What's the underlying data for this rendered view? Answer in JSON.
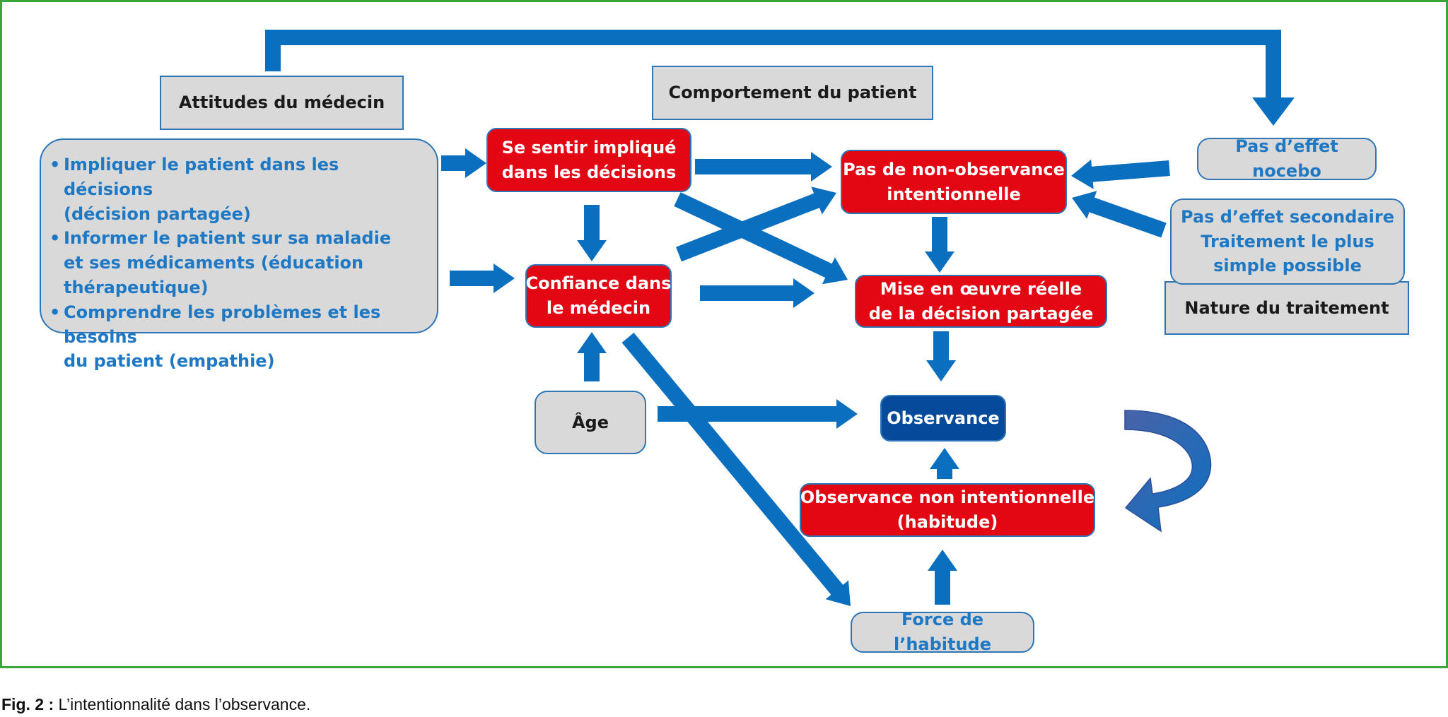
{
  "headers": {
    "attitudes": "Attitudes du médecin",
    "comportement": "Comportement du patient",
    "nature": "Nature du traitement"
  },
  "attitudes_list": [
    "Impliquer le patient dans les décisions\n(décision partagée)",
    "Informer le patient sur sa maladie\net ses médicaments (éducation\nthérapeutique)",
    "Comprendre les problèmes et les besoins\ndu patient (empathie)"
  ],
  "nodes": {
    "implique": [
      "Se sentir impliqué",
      "dans les décisions"
    ],
    "confiance": [
      "Confiance dans",
      "le médecin"
    ],
    "non_observance": [
      "Pas de non-observance",
      "intentionnelle"
    ],
    "mise_en_oeuvre": [
      "Mise en œuvre réelle",
      "de la décision partagée"
    ],
    "observance": "Observance",
    "observance_non_intentionnelle": [
      "Observance non intentionnelle",
      "(habitude)"
    ],
    "age": "Âge",
    "force_habitude": "Force de l’habitude",
    "nocebo": "Pas d’effet nocebo",
    "secondaire": [
      "Pas d’effet secondaire",
      "Traitement le plus",
      "simple possible"
    ]
  },
  "caption": {
    "label": "Fig. 2 :",
    "text": " L’intentionnalité dans l’observance."
  },
  "colors": {
    "arrow": "#0b6fc0",
    "red_box": "#e30613",
    "navy_box": "#064a9b",
    "gray_box": "#d9d9d9",
    "blue_text": "#1f78c4",
    "frame": "#3aa63a"
  }
}
